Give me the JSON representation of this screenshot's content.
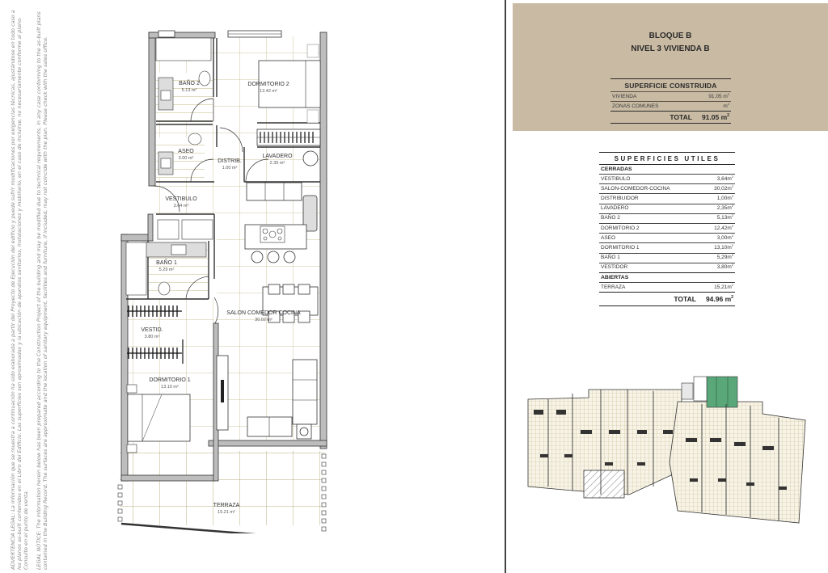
{
  "legal_notice": {
    "es": "ADVERTENCIA LEGAL: La información que se muestra a continuación ha sido elaborada a partir del Proyecto de Ejecución del edificio y puede sufrir modificaciones por exigencias técnicas, ajustándose en todo caso a los planos as-built contenidos en el Libro del Edificio. Las superficies son aproximadas y la ubicación de aparatos sanitarios, instalaciones y mobiliario, en el caso de incluirse, no necesariamente conforme al plano. Consulte en el punto de venta.",
    "en": "LEGAL NOTICE: The information herein below has been prepared according to the Construction Project of the building and may be modified due to technical requirements, in any case conforming to the as-built plans contained in the Building Record. The surfaces are approximate and the location of sanitary equipment, facilities and furniture, if included, may not coincide with the plan. Please check with the sales office."
  },
  "floor_plan": {
    "rooms": [
      {
        "name": "BAÑO 2",
        "area": "5.13 m²"
      },
      {
        "name": "DORMITORIO 2",
        "area": "12.42 m²"
      },
      {
        "name": "ASEO",
        "area": "3.00 m²"
      },
      {
        "name": "DISTRIB.",
        "area": "1.00 m²"
      },
      {
        "name": "LAVADERO",
        "area": "2.35 m²"
      },
      {
        "name": "VESTIBULO",
        "area": "3.64 m²"
      },
      {
        "name": "BAÑO 1",
        "area": "5.29 m²"
      },
      {
        "name": "SALON COMEDOR COCINA",
        "area": "30.02 m²"
      },
      {
        "name": "VESTID.",
        "area": "3.80 m²"
      },
      {
        "name": "DORMITORIO 1",
        "area": "13.10 m²"
      },
      {
        "name": "TERRAZA",
        "area": "15.21 m²"
      }
    ]
  },
  "header": {
    "line1": "BLOQUE B",
    "line2": "NIVEL 3 VIVIENDA B",
    "background": "#c9bba3"
  },
  "superficie_construida": {
    "title": "SUPERFICIE CONSTRUIDA",
    "rows": [
      {
        "label": "VIVIENDA",
        "value": "91.05",
        "unit": "m",
        "sup": "2"
      },
      {
        "label": "ZONAS COMUNES",
        "value": "",
        "unit": "m",
        "sup": "2"
      }
    ],
    "total_label": "TOTAL",
    "total_value": "91.05",
    "total_unit": "m",
    "total_sup": "2"
  },
  "superficies_utiles": {
    "title": "SUPERFICIES UTILES",
    "cerradas_label": "CERRADAS",
    "cerradas": [
      {
        "label": "VESTIBULO",
        "value": "3,64",
        "unit": "m",
        "sup": "2"
      },
      {
        "label": "SALON-COMEDOR-COCINA",
        "value": "30,02",
        "unit": "m",
        "sup": "2"
      },
      {
        "label": "DISTRIBUIDOR",
        "value": "1,00",
        "unit": "m",
        "sup": "2"
      },
      {
        "label": "LAVADERO",
        "value": "2,35",
        "unit": "m",
        "sup": "2"
      },
      {
        "label": "BAÑO 2",
        "value": "5,13",
        "unit": "m",
        "sup": "2"
      },
      {
        "label": "DORMITORIO 2",
        "value": "12,42",
        "unit": "m",
        "sup": "2"
      },
      {
        "label": "ASEO",
        "value": "3,00",
        "unit": "m",
        "sup": "2"
      },
      {
        "label": "DORMITORIO 1",
        "value": "13,10",
        "unit": "m",
        "sup": "2"
      },
      {
        "label": "BAÑO 1",
        "value": "5,29",
        "unit": "m",
        "sup": "2"
      },
      {
        "label": "VESTIDOR",
        "value": "3,80",
        "unit": "m",
        "sup": "2"
      }
    ],
    "abiertas_label": "ABIERTAS",
    "abiertas": [
      {
        "label": "TERRAZA",
        "value": "15,21",
        "unit": "m",
        "sup": "2"
      }
    ],
    "total_label": "TOTAL",
    "total_value": "94.96",
    "total_unit": "m",
    "total_sup": "2"
  },
  "site_plan": {
    "highlight_color": "#5aa77a",
    "grid_color": "#c8bb8e"
  }
}
